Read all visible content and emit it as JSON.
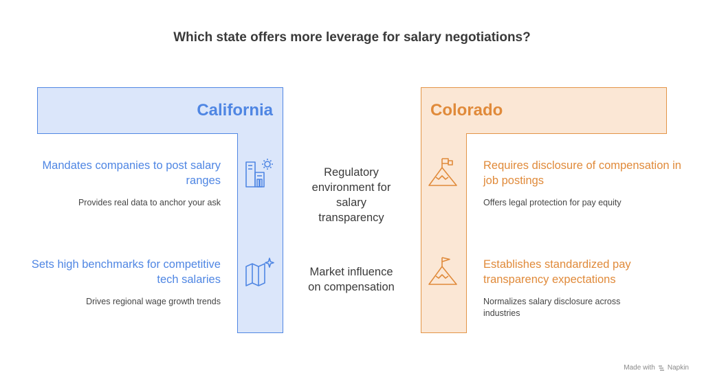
{
  "title": "Which state offers more leverage for salary negotiations?",
  "california": {
    "name": "California",
    "color": "#4f86e3",
    "items": [
      {
        "heading": "Mandates companies to post salary ranges",
        "detail": "Provides real data to anchor your ask",
        "icon": "building-sun-icon"
      },
      {
        "heading": "Sets high benchmarks for competitive tech salaries",
        "detail": "Drives regional wage growth trends",
        "icon": "map-sparkle-icon"
      }
    ]
  },
  "colorado": {
    "name": "Colorado",
    "color": "#e08a3a",
    "items": [
      {
        "heading": "Requires disclosure of compensation in job postings",
        "detail": "Offers legal protection for pay equity",
        "icon": "mountain-flag-icon"
      },
      {
        "heading": "Establishes standardized pay transparency expectations",
        "detail": "Normalizes salary disclosure across industries",
        "icon": "mountain-flag-icon"
      }
    ]
  },
  "criteria": [
    "Regulatory environment for salary transparency",
    "Market influence on compensation"
  ],
  "footer": {
    "made_with": "Made with",
    "brand": "Napkin"
  }
}
